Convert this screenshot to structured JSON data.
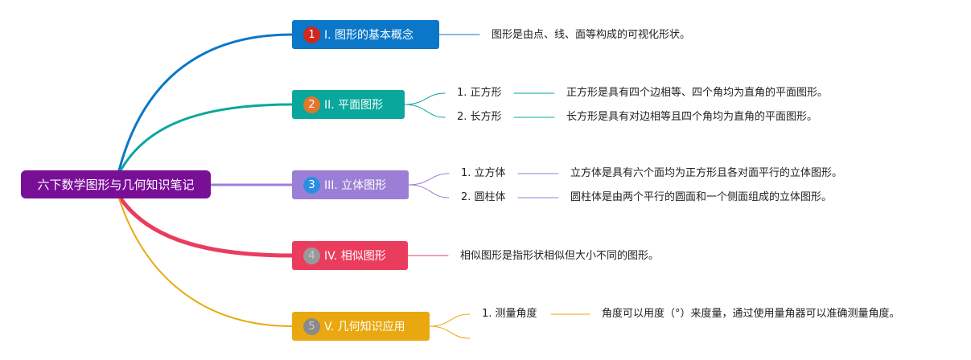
{
  "root": {
    "label": "六下数学图形与几何知识笔记",
    "color": "#7a0f97"
  },
  "branches": [
    {
      "num": "1",
      "title": "I. 图形的基本概念",
      "color": "#0a77c9",
      "badge_color": "#d1281d",
      "badge_text_color": "#ffffff",
      "description": "图形是由点、线、面等构成的可视化形状。",
      "children": []
    },
    {
      "num": "2",
      "title": "II. 平面图形",
      "color": "#09a79c",
      "badge_color": "#e4752a",
      "badge_text_color": "#ffffff",
      "description": "",
      "children": [
        {
          "label": "1. 正方形",
          "description": "正方形是具有四个边相等、四个角均为直角的平面图形。"
        },
        {
          "label": "2. 长方形",
          "description": "长方形是具有对边相等且四个角均为直角的平面图形。"
        }
      ]
    },
    {
      "num": "3",
      "title": "III. 立体图形",
      "color": "#9b7fd6",
      "badge_color": "#2a8fe0",
      "badge_text_color": "#ffffff",
      "description": "",
      "children": [
        {
          "label": "1. 立方体",
          "description": "立方体是具有六个面均为正方形且各对面平行的立体图形。"
        },
        {
          "label": "2. 圆柱体",
          "description": "圆柱体是由两个平行的圆面和一个侧面组成的立体图形。"
        }
      ]
    },
    {
      "num": "4",
      "title": "IV. 相似图形",
      "color": "#ea3d5e",
      "badge_color": "#999999",
      "badge_text_color": "#cccccc",
      "description": "相似图形是指形状相似但大小不同的图形。",
      "children": []
    },
    {
      "num": "5",
      "title": "V. 几何知识应用",
      "color": "#eaa810",
      "badge_color": "#8a8a8a",
      "badge_text_color": "#cccccc",
      "description": "",
      "children": [
        {
          "label": "1. 测量角度",
          "description": "角度可以用度（°）来度量，通过使用量角器可以准确测量角度。"
        }
      ]
    }
  ]
}
